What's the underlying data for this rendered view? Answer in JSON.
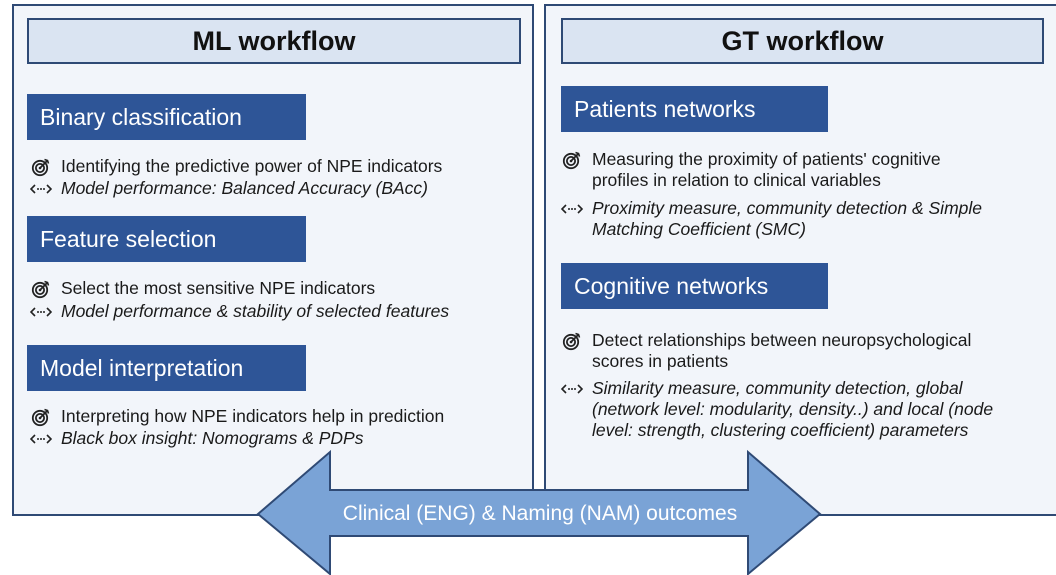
{
  "colors": {
    "panel_border": "#2f4a75",
    "panel_bg": "#f2f5fa",
    "header_bg": "#dae4f2",
    "section_bg": "#2e5597",
    "arrow_fill": "#7aa3d6",
    "arrow_stroke": "#2f4a75"
  },
  "ml": {
    "header": "ML workflow",
    "sections": [
      {
        "title": "Binary classification",
        "objective": [
          "Identifying the predictive power of NPE indicators"
        ],
        "method": [
          "Model performance: Balanced Accuracy (BAcc)"
        ]
      },
      {
        "title": "Feature selection",
        "objective": [
          "Select the most sensitive NPE indicators"
        ],
        "method": [
          "Model performance & stability of selected features"
        ]
      },
      {
        "title": "Model interpretation",
        "objective": [
          "Interpreting how NPE indicators help in prediction"
        ],
        "method": [
          "Black box insight: Nomograms & PDPs"
        ]
      }
    ]
  },
  "gt": {
    "header": "GT workflow",
    "sections": [
      {
        "title": "Patients networks",
        "objective": [
          "Measuring the proximity of patients' cognitive",
          "profiles in relation to clinical variables"
        ],
        "method": [
          "Proximity measure, community detection & Simple",
          "Matching Coefficient (SMC)"
        ]
      },
      {
        "title": "Cognitive networks",
        "objective": [
          "Detect relationships between neuropsychological",
          "scores in patients"
        ],
        "method": [
          "Similarity measure, community detection, global",
          "(network level: modularity, density..) and local (node",
          "level: strength, clustering coefficient) parameters"
        ]
      }
    ]
  },
  "arrow": {
    "label": "Clinical (ENG) & Naming (NAM) outcomes"
  },
  "icons": {
    "objective": "target-icon",
    "method": "bidirectional-dotted-arrow-icon"
  }
}
